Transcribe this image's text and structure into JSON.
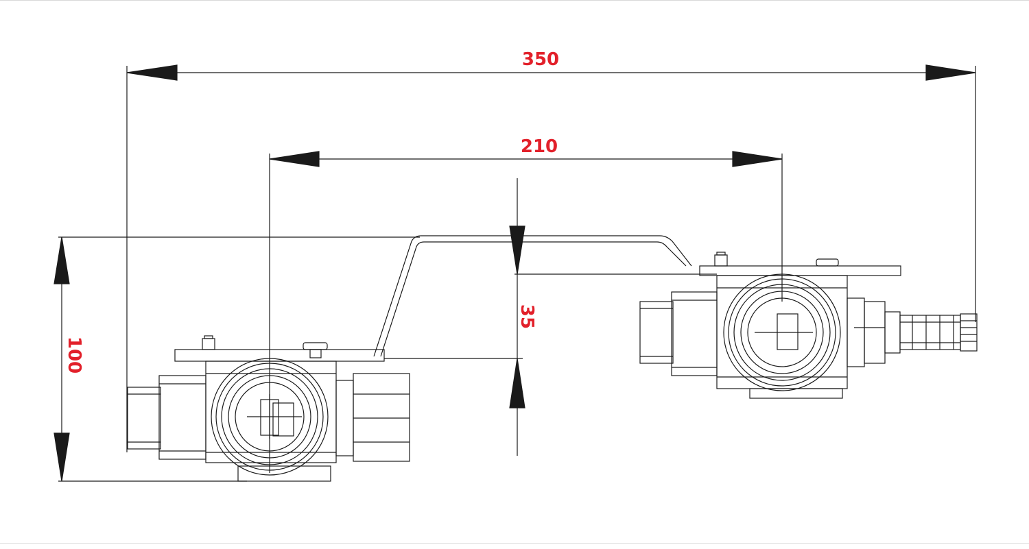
{
  "dimensions": {
    "overall_width": "350",
    "spacing": "210",
    "offset": "35",
    "overall_height": "100"
  },
  "colors": {
    "dimension_text": "#e2202a",
    "line": "#1a1a1a",
    "frame": "#d9d9d9"
  }
}
